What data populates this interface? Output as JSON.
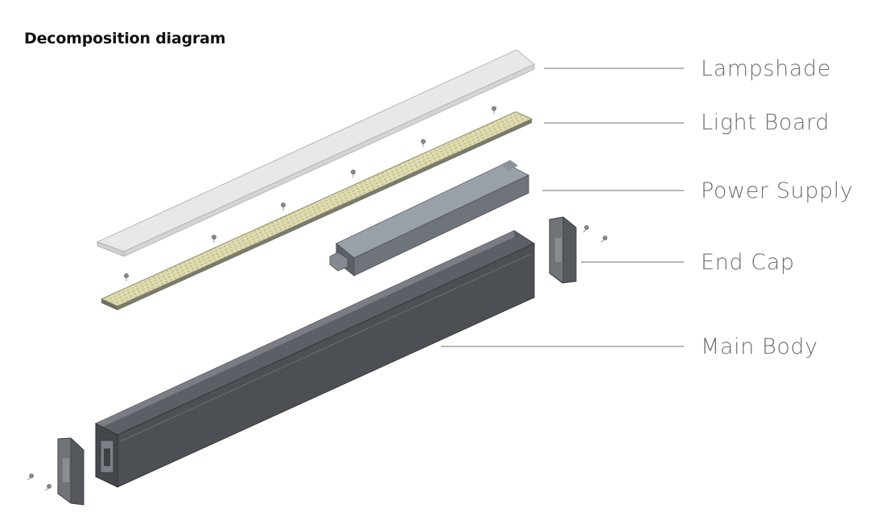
{
  "title": "Decomposition diagram",
  "parts": [
    {
      "label": "Lampshade"
    },
    {
      "label": "Light Board"
    },
    {
      "label": "Power Supply"
    },
    {
      "label": "End Cap"
    },
    {
      "label": "Main Body"
    }
  ]
}
